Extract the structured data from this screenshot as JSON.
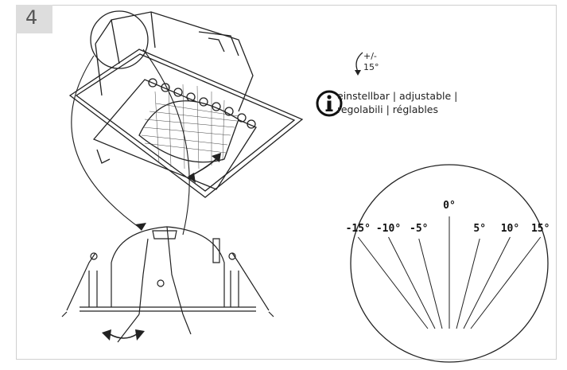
{
  "step": {
    "number": "4"
  },
  "rotation": {
    "line1": "+/-",
    "line2": "15°"
  },
  "info": {
    "line1": "einstellbar | adjustable |",
    "line2": "regolabili | réglables"
  },
  "tilt_dial": {
    "labels": [
      "-15°",
      "-10°",
      "-5°",
      "0°",
      "5°",
      "10°",
      "15°"
    ],
    "angles": [
      -15,
      -10,
      -5,
      0,
      5,
      10,
      15
    ]
  },
  "colors": {
    "line": "#222222",
    "frame": "#cfcfcf",
    "step_bg": "#dddddd"
  }
}
